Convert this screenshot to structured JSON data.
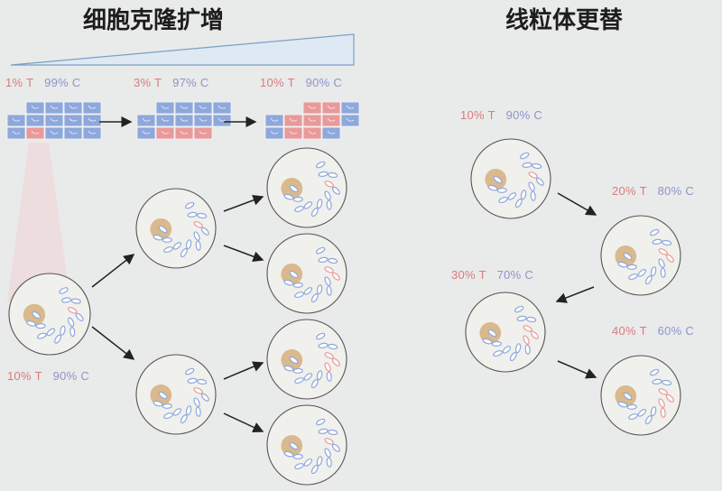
{
  "left_panel": {
    "title": "细胞克隆扩增",
    "stage_labels": [
      {
        "t": "1% T",
        "c": "99% C"
      },
      {
        "t": "3% T",
        "c": "97% C"
      },
      {
        "t": "10% T",
        "c": "90% C"
      }
    ],
    "cell_label": {
      "t": "10% T",
      "c": "90% C"
    }
  },
  "right_panel": {
    "title": "线粒体更替",
    "cell_labels": [
      {
        "t": "10% T",
        "c": "90% C"
      },
      {
        "t": "20% T",
        "c": "80% C"
      },
      {
        "t": "30% T",
        "c": "70% C"
      },
      {
        "t": "40% T",
        "c": "60% C"
      }
    ]
  },
  "colors": {
    "T_variant": "#e89a9a",
    "C_variant": "#8ea8dc",
    "nucleus": "#d9b98d",
    "cell_fill": "#f0f0ec",
    "arrow": "#222222"
  }
}
